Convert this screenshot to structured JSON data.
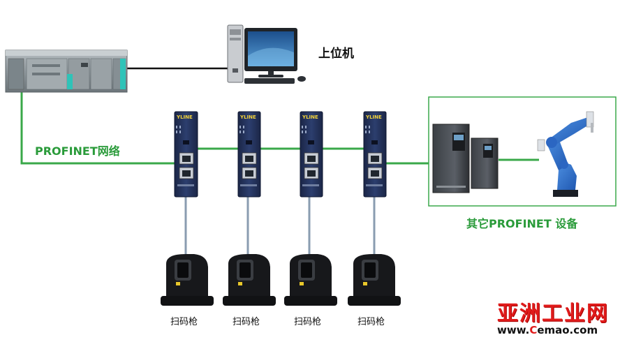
{
  "labels": {
    "host_pc": "上位机",
    "profinet_network": "PROFINET网络",
    "other_devices": "其它PROFINET 设备",
    "scanner": "扫码枪"
  },
  "gateway_brand": "YLINE",
  "watermark": {
    "site_name": "亚洲工业网",
    "url_prefix": "www.",
    "url_c": "C",
    "url_suffix": "emao.com"
  },
  "colors": {
    "network_line": "#3aa84a",
    "scanner_line": "#8a9cb0",
    "gateway_body": "#24345e",
    "brand_red": "#e01b1b"
  }
}
